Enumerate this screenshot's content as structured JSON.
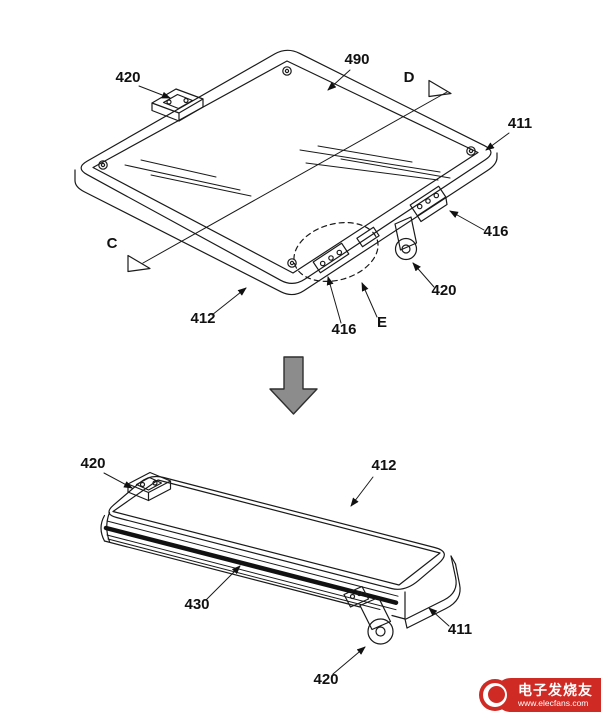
{
  "figure_open": {
    "labels": {
      "latch_top_left": "420",
      "display_surface": "490",
      "section_d": "D",
      "right_body": "411",
      "connector_right": "416",
      "hinge_barrel_right": "420",
      "left_body": "412",
      "connector_bottom": "416",
      "detail_e": "E",
      "section_c": "C"
    }
  },
  "figure_folded": {
    "labels": {
      "latch_left": "420",
      "upper_body": "412",
      "folded_edge": "430",
      "lower_body": "411",
      "hinge_barrel_front": "420"
    }
  },
  "colors": {
    "line": "#1a1a1a",
    "arrow_fill": "#8c8c8c",
    "watermark_red": "#cf2a24"
  },
  "watermark": {
    "site_name": "电子发烧友",
    "site_url": "www.elecfans.com"
  }
}
